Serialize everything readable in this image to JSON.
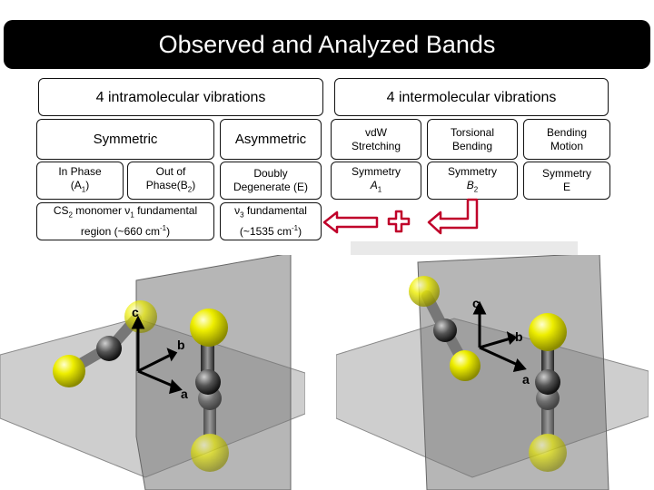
{
  "title": "Observed and Analyzed Bands",
  "groups": {
    "intra": "4 intramolecular vibrations",
    "inter": "4 intermolecular vibrations"
  },
  "intra": {
    "symmetric": "Symmetric",
    "asymmetric": "Asymmetric",
    "in_phase_label": "In Phase",
    "in_phase_sym": "(A",
    "in_phase_sub": "1",
    "in_phase_close": ")",
    "out_phase_label": "Out of",
    "out_phase_sym": "Phase(B",
    "out_phase_sub": "2",
    "out_phase_close": ")",
    "doubly_line1": "Doubly",
    "doubly_line2": "Degenerate (E)",
    "v1_pre": "CS",
    "v1_sub2": "2",
    "v1_mid": " monomer ν",
    "v1_sub1": "1",
    "v1_post": " fundamental",
    "v1_line2_pre": "region (~660 cm",
    "v1_sup": "-1",
    "v1_line2_post": ")",
    "v3_pre": "ν",
    "v3_sub": "3",
    "v3_post": " fundamental",
    "v3_line2_pre": "(~1535 cm",
    "v3_sup": "-1",
    "v3_line2_post": ")"
  },
  "inter": {
    "vdw_line1": "vdW",
    "vdw_line2": "Stretching",
    "torsional_line1": "Torsional",
    "torsional_line2": "Bending",
    "bending_line1": "Bending",
    "bending_line2": "Motion",
    "sym_a1_label": "Symmetry",
    "sym_a1_sym": "A",
    "sym_a1_sub": "1",
    "sym_b2_label": "Symmetry",
    "sym_b2_sym": "B",
    "sym_b2_sub": "2",
    "sym_e_label": "Symmetry",
    "sym_e_sym": "E"
  },
  "axes": {
    "a": "a",
    "b": "b",
    "c": "c"
  },
  "colors": {
    "arrow": "#c0002a",
    "sulfur": "#e8e800",
    "carbon": "#404040",
    "plane": "#8c8c8c"
  }
}
